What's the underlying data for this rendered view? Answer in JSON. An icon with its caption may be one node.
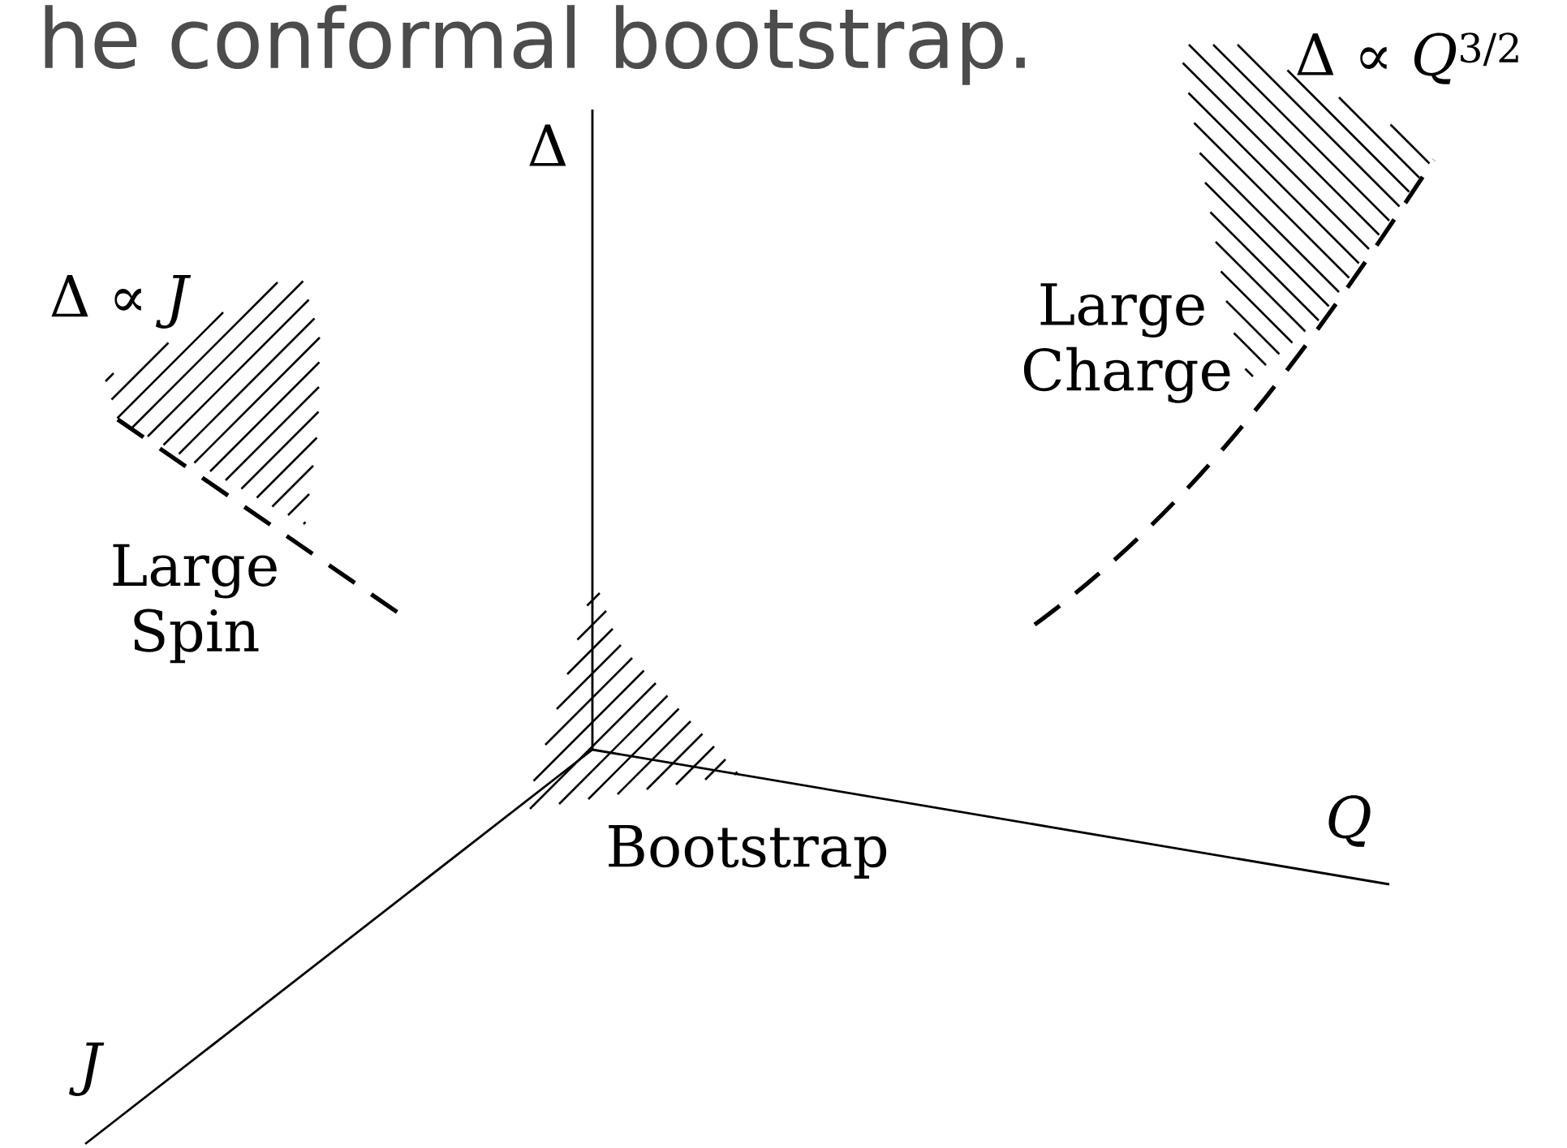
{
  "diagram": {
    "title": "he conformal bootstrap.",
    "labels": [
      "Δ ∝ *Q*$^{3/2}$",
      "Δ",
      "Δ ∝ *J*",
      "Large Charge",
      "Large Spin",
      "*Q*",
      "Bootstrap",
      "*J*"
    ]
  }
}
